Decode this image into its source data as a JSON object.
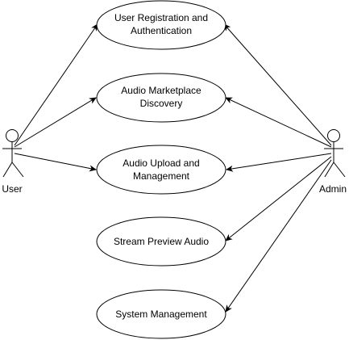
{
  "diagram": {
    "actors": [
      {
        "id": "user",
        "label": "User"
      },
      {
        "id": "admin",
        "label": "Admin"
      }
    ],
    "use_cases": [
      {
        "id": "uc1",
        "lines": [
          "User Registration and",
          "Authentication"
        ]
      },
      {
        "id": "uc2",
        "lines": [
          "Audio Marketplace",
          "Discovery"
        ]
      },
      {
        "id": "uc3",
        "lines": [
          "Audio Upload and",
          "Management"
        ]
      },
      {
        "id": "uc4",
        "lines": [
          "Stream Preview Audio"
        ]
      },
      {
        "id": "uc5",
        "lines": [
          "System Management"
        ]
      }
    ],
    "associations": [
      {
        "from": "user",
        "to": "uc1"
      },
      {
        "from": "user",
        "to": "uc2"
      },
      {
        "from": "user",
        "to": "uc3"
      },
      {
        "from": "admin",
        "to": "uc1"
      },
      {
        "from": "admin",
        "to": "uc2"
      },
      {
        "from": "admin",
        "to": "uc3"
      },
      {
        "from": "admin",
        "to": "uc4"
      },
      {
        "from": "admin",
        "to": "uc5"
      }
    ],
    "colors": {
      "stroke": "#000000",
      "fill": "#ffffff",
      "text": "#000000"
    }
  }
}
